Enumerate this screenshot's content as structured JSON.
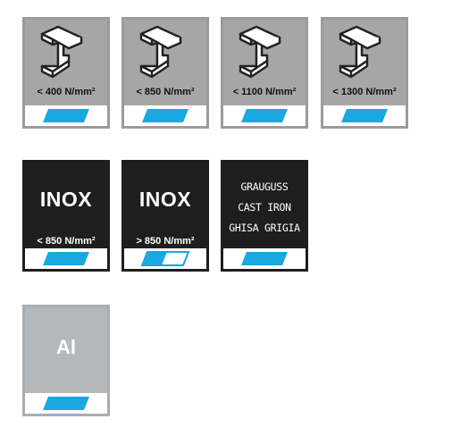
{
  "colors": {
    "accent": "#1ba7e0",
    "steel_bg": "#a6a6a6",
    "dark_bg": "#1e1e1e",
    "aluminium_bg": "#b4b8bb"
  },
  "steel": [
    {
      "icon": "i-beam-icon",
      "label": "< 400 N/mm²"
    },
    {
      "icon": "i-beam-icon",
      "label": "< 850 N/mm²"
    },
    {
      "icon": "i-beam-icon",
      "label": "< 1100 N/mm²"
    },
    {
      "icon": "i-beam-icon",
      "label": "< 1300 N/mm²"
    }
  ],
  "stainless": [
    {
      "title": "INOX",
      "label": "< 850 N/mm²"
    },
    {
      "title": "INOX",
      "label": "> 850 N/mm²"
    }
  ],
  "cast_iron": {
    "lines": [
      "GRAUGUSS",
      "CAST IRON",
      "GHISA GRIGIA"
    ]
  },
  "aluminium": {
    "title": "Al"
  }
}
